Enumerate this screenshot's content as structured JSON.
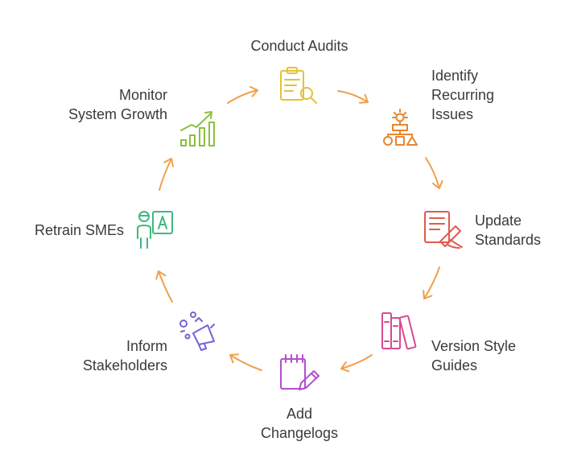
{
  "diagram": {
    "arrow_color": "#f0a04b",
    "steps": [
      {
        "lines": [
          "Conduct Audits"
        ],
        "icon": "clipboard-search-icon",
        "color": "#e5c13a"
      },
      {
        "lines": [
          "Identify",
          "Recurring",
          "Issues"
        ],
        "icon": "lightbulb-flowchart-icon",
        "color": "#e8862f"
      },
      {
        "lines": [
          "Update",
          "Standards"
        ],
        "icon": "document-edit-icon",
        "color": "#e05a4f"
      },
      {
        "lines": [
          "Version Style",
          "Guides"
        ],
        "icon": "books-icon",
        "color": "#d84a8f"
      },
      {
        "lines": [
          "Add",
          "Changelogs"
        ],
        "icon": "notepad-pencil-icon",
        "color": "#b34fcf"
      },
      {
        "lines": [
          "Inform",
          "Stakeholders"
        ],
        "icon": "megaphone-icon",
        "color": "#7862d6"
      },
      {
        "lines": [
          "Retrain SMEs"
        ],
        "icon": "teacher-board-icon",
        "color": "#3fb87e"
      },
      {
        "lines": [
          "Monitor",
          "System Growth"
        ],
        "icon": "growth-chart-icon",
        "color": "#8cbf3f"
      }
    ]
  }
}
